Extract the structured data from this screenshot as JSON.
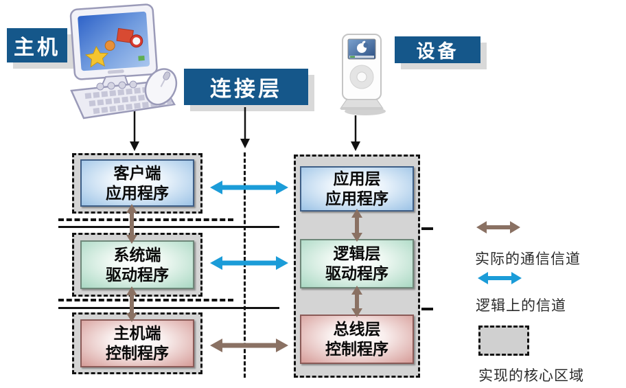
{
  "labels": {
    "host": "主机",
    "connection_layer": "连接层",
    "device": "设备"
  },
  "icons": {
    "host": "desktop-computer-icon",
    "device": "ipod-icon"
  },
  "host_stack": [
    {
      "line1": "客户端",
      "line2": "应用程序",
      "color_name": "blue",
      "fill_edge": "#9cc3e6"
    },
    {
      "line1": "系统端",
      "line2": "驱动程序",
      "color_name": "green",
      "fill_edge": "#a9d8c3"
    },
    {
      "line1": "主机端",
      "line2": "控制程序",
      "color_name": "red",
      "fill_edge": "#d69c98"
    }
  ],
  "device_stack": [
    {
      "line1": "应用层",
      "line2": "应用程序",
      "color_name": "blue",
      "fill_edge": "#9cc3e6"
    },
    {
      "line1": "逻辑层",
      "line2": "驱动程序",
      "color_name": "green",
      "fill_edge": "#a9d8c3"
    },
    {
      "line1": "总线层",
      "line2": "控制程序",
      "color_name": "red",
      "fill_edge": "#d69c98"
    }
  ],
  "legend": {
    "actual_channel": "实际的通信信道",
    "logical_channel": "逻辑上的信道",
    "core_area": "实现的核心区域"
  },
  "colors": {
    "title_plate_bg": "#15578a",
    "title_plate_text": "#ffffff",
    "logical_channel_arrow": "#1b9cd8",
    "actual_channel_arrow": "#8a7163",
    "core_area_fill": "#d4d4d4",
    "dashed_border": "#111111"
  }
}
